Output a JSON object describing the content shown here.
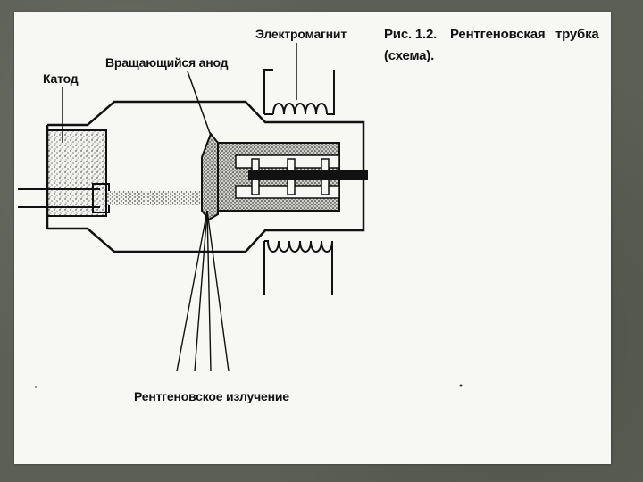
{
  "figure": {
    "caption_number": "Рис. 1.2.",
    "caption_title": "Рентгеновская",
    "caption_title_end": "трубка",
    "caption_sub": "(схема)."
  },
  "labels": {
    "electromagnet": "Электромагнит",
    "rotating_anode": "Вращающийся анод",
    "cathode": "Катод",
    "xray": "Рентгеновское излучение"
  },
  "colors": {
    "ink": "#111111",
    "paper": "#f7f7f4",
    "frame": "#5b5f55"
  }
}
